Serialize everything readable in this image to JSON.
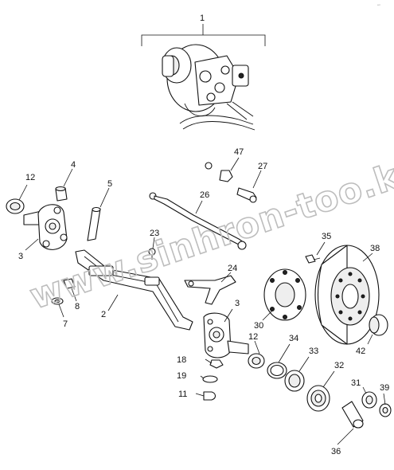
{
  "corner_mark": "ᵉⁿ",
  "watermark": "www.sinhron-too.kz",
  "callouts": [
    {
      "id": "c1",
      "label": "1"
    },
    {
      "id": "c2",
      "label": "2"
    },
    {
      "id": "c3a",
      "label": "3"
    },
    {
      "id": "c3b",
      "label": "3"
    },
    {
      "id": "c4",
      "label": "4"
    },
    {
      "id": "c5",
      "label": "5"
    },
    {
      "id": "c7",
      "label": "7"
    },
    {
      "id": "c8",
      "label": "8"
    },
    {
      "id": "c11",
      "label": "11"
    },
    {
      "id": "c12a",
      "label": "12"
    },
    {
      "id": "c12b",
      "label": "12"
    },
    {
      "id": "c18",
      "label": "18"
    },
    {
      "id": "c19",
      "label": "19"
    },
    {
      "id": "c23",
      "label": "23"
    },
    {
      "id": "c24",
      "label": "24"
    },
    {
      "id": "c26",
      "label": "26"
    },
    {
      "id": "c27",
      "label": "27"
    },
    {
      "id": "c30",
      "label": "30"
    },
    {
      "id": "c31",
      "label": "31"
    },
    {
      "id": "c32",
      "label": "32"
    },
    {
      "id": "c33",
      "label": "33"
    },
    {
      "id": "c34",
      "label": "34"
    },
    {
      "id": "c35",
      "label": "35"
    },
    {
      "id": "c36",
      "label": "36"
    },
    {
      "id": "c38",
      "label": "38"
    },
    {
      "id": "c39",
      "label": "39"
    },
    {
      "id": "c42",
      "label": "42"
    },
    {
      "id": "c47",
      "label": "47"
    }
  ]
}
